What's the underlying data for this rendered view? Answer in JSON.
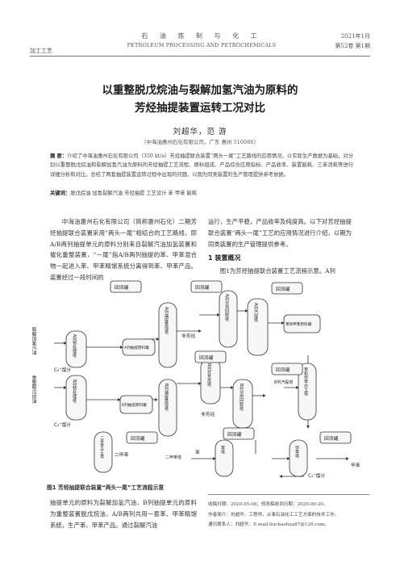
{
  "header": {
    "left": "加工工艺",
    "center_zh": "石 油 炼 制 与 化 工",
    "center_en": "PETROLEUM PROCESSING AND PETROCHEMICALS",
    "right_date": "2021年1月",
    "right_issue": "第52卷 第1期"
  },
  "title_line1": "以重整脱戊烷油与裂解加氢汽油为原料的",
  "title_line2": "芳烃抽提装置运转工况对比",
  "authors": "刘超华，范 游",
  "affiliation": "（中海油惠州石化有限公司，广东 惠州 516086）",
  "abstract_label": "摘 要：",
  "abstract_text": "介绍了中海油惠州石化有限公司（350 kt/a）芳烃抽提联合装置“两头一尾”工艺路线的应用情况。以实际生产数据为基础，对分别以重整脱戊烷油和裂解加氢汽油为原料的芳烃抽提工艺流程、原料组成、产品综合应用指标、产品收率、装置能耗、三苯消耗等进行详细分析和对比。总结了两套抽提装置运转过程中出现的问题，以期为同类装置的生产管理提供参考依据。",
  "keywords_label": "关键词：",
  "keywords_text": "脱戊烷油 加氢裂解汽油 芳烃抽提 工艺设计 苯 甲苯 能耗",
  "col_left_text": "中海油惠州石化有限公司（简称惠州石化）二期芳烃抽提联合装置采用“两头一尾”相结合的工艺路线，即A/B两列抽提单元的原料分别来自裂解汽油加氢装置和催化重整装置，“一尾”指A/B两列抽提的苯、甲苯混合物一起进入苯、甲苯精馏系统分离得到苯、甲苯产品。装置经过一段时间的",
  "col_right_intro": "运行，生产平稳，产品收率及纯度高。以下对芳烃抽提联合装置“两头一尾”工艺的应用情况进行介绍，以期为同类装置的生产管理提供参考。",
  "section1_heading": "1 装置概况",
  "section1_text": "图1为芳烃抽提联合装置工艺流程示意。A列",
  "figure_caption": "图1 芳烃抽提联合装置“两头一尾”工艺流程示意",
  "bottom_left_text": "抽提单元的原料为裂解加氢汽油，B列抽提单元的原料为重整装置脱戊烷油，A/B两列共用一套苯、甲苯精馏系统，生产苯、甲苯产品。通过裂解汽油",
  "footnote": {
    "received": "收稿日期：2020-05-08；修改稿收到日期：2020-09-20。",
    "author_info": "作者简介：刘超华，工程师，从事石油化工工艺方面的技术工作。",
    "contact": "通讯联系人：刘超华，E-mail:liuchaohua87@126.com。"
  },
  "figure": {
    "feed_a": "裂解加氢汽油",
    "feed_b": "重整脱戊烷油",
    "c9": "C₉⁺馏分",
    "reflux_tank": "回流罐",
    "a_pre": "A列预处理塔",
    "a_raw_tank": "A列抽提原料罐",
    "a_extract": "A列抽提蒸馏塔",
    "nonaromatic": "非芳烃",
    "a_recovery": "A列溶剂回收塔",
    "a_strip": "A列汽提塔",
    "bt_raw_tank": "苯和甲苯原料罐",
    "b_pre": "B列预处理塔",
    "b_raw_tank": "B列抽提原料罐",
    "b_extract": "B列抽提蒸馏塔",
    "b_nonarom_tower": "B列非芳烃塔",
    "b_recovery": "B列溶剂回收塔",
    "b_strip": "B列汽提塔",
    "clay_tower": "苯和甲苯白土塔",
    "dimethyl_clay": "二甲苯白土塔",
    "xylene": "二甲苯",
    "xylene_tower": "二甲苯塔",
    "benzene": "苯",
    "benzene_tower": "苯塔",
    "toluene_tower": "甲苯塔",
    "toluene": "甲苯"
  }
}
